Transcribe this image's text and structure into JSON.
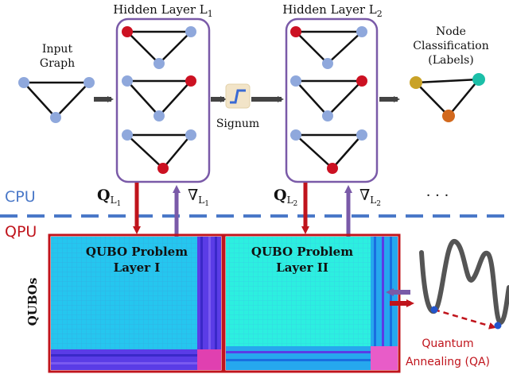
{
  "labels": {
    "input_graph_1": "Input",
    "input_graph_2": "Graph",
    "hidden1": "Hidden Layer L",
    "hidden1_sub": "1",
    "hidden2": "Hidden Layer L",
    "hidden2_sub": "2",
    "node_class_1": "Node",
    "node_class_2": "Classification",
    "node_class_3": "(Labels)",
    "signum": "Signum",
    "cpu": "CPU",
    "qpu": "QPU",
    "q_symbol": "Q",
    "q_sub1": "L",
    "q_sub1_idx": "1",
    "q_sub2": "L",
    "q_sub2_idx": "2",
    "nabla": "∇",
    "nabla_sub1": "L",
    "nabla_sub1_idx": "1",
    "nabla_sub2": "L",
    "nabla_sub2_idx": "2",
    "ellipsis": "· · ·",
    "qubos": "QUBOs",
    "qubo1_line1": "QUBO Problem",
    "qubo1_line2": "Layer I",
    "qubo2_line1": "QUBO Problem",
    "qubo2_line2": "Layer II",
    "qa_line1": "Quantum",
    "qa_line2": "Annealing (QA)"
  },
  "colors": {
    "node_blue": "#8fa8dc",
    "node_red": "#cc1122",
    "label_gold": "#c9a227",
    "label_teal": "#1bbfa8",
    "label_orange": "#d2691e",
    "layer_border": "#7a5aa8",
    "arrow_gray": "#444444",
    "arrow_red": "#c0141c",
    "arrow_purple": "#7a5aa8",
    "dash_blue": "#4a78c8",
    "cpu_text": "#4a78c8",
    "qpu_text": "#c0141c",
    "qubo_border": "#c0141c",
    "qubo1_fill": "#22c8f0",
    "qubo2_fill": "#22f0e0",
    "qubo_band_purple": "#6a3ae0",
    "qubo_corner": "#e040b0",
    "qa_curve": "#555555",
    "qa_text": "#c0141c"
  }
}
